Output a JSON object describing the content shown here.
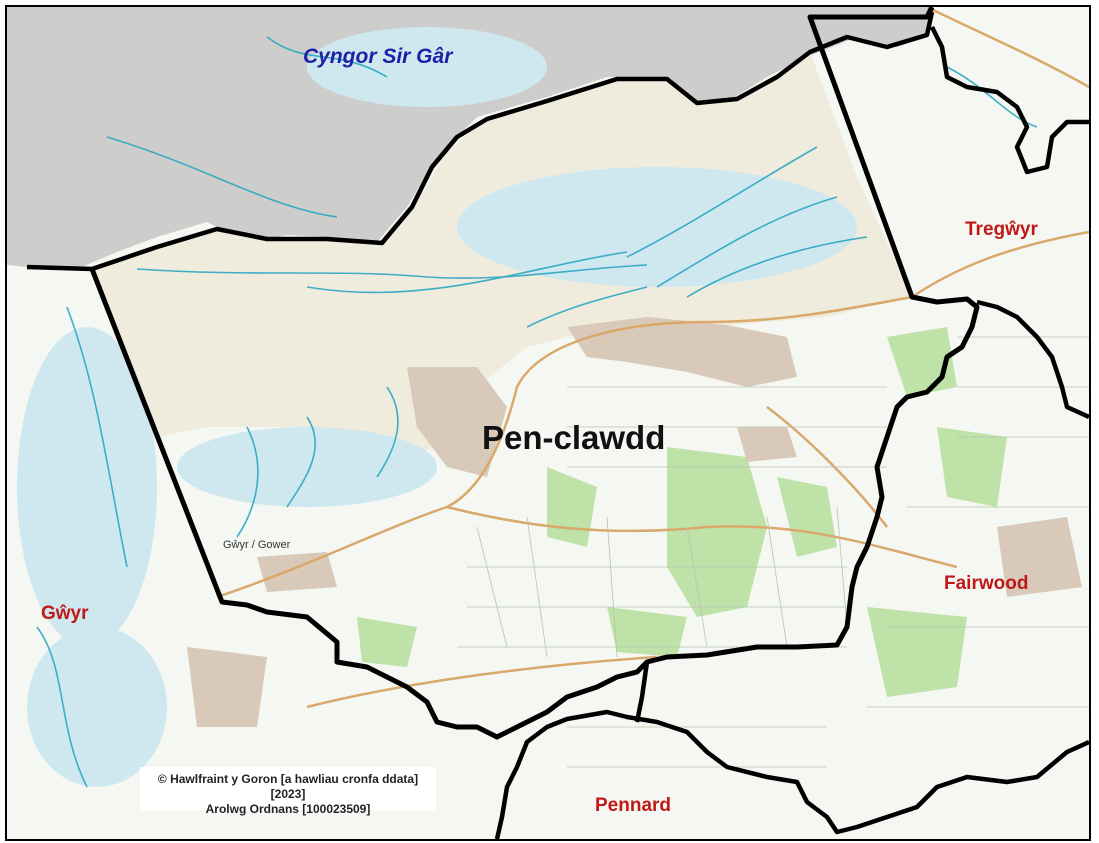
{
  "map": {
    "county_label": "Cyngor Sir Gâr",
    "main_label": "Pen-clawdd",
    "ward_labels": [
      "Tregŵyr",
      "Fairwood",
      "Gŵyr",
      "Pennard"
    ],
    "area_label": "Gŵyr / Gower",
    "copyright_line1": "© Hawlfraint y Goron [a hawliau cronfa ddata] [2023]",
    "copyright_line2": "Arolwg Ordnans [100023509]",
    "colors": {
      "boundary": "#000000",
      "county_text": "#1f1fa8",
      "ward_text": "#c01818",
      "estuary_sand": "#efebdd",
      "outside_grey": "#c9cac6",
      "water": "#2aa7c2",
      "woodland": "#bfe2a8",
      "roads": "#d9a86a"
    }
  }
}
